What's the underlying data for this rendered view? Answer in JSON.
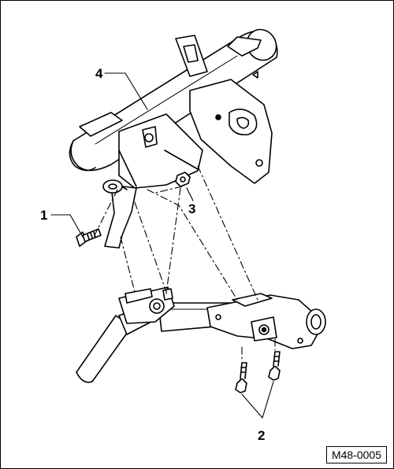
{
  "diagram": {
    "callouts": [
      {
        "id": "1",
        "label": "1"
      },
      {
        "id": "2",
        "label": "2"
      },
      {
        "id": "3",
        "label": "3"
      },
      {
        "id": "4",
        "label": "4"
      }
    ],
    "reference_code": "M48-0005",
    "colors": {
      "line": "#000000",
      "background": "#ffffff",
      "dash": "#000000"
    }
  }
}
